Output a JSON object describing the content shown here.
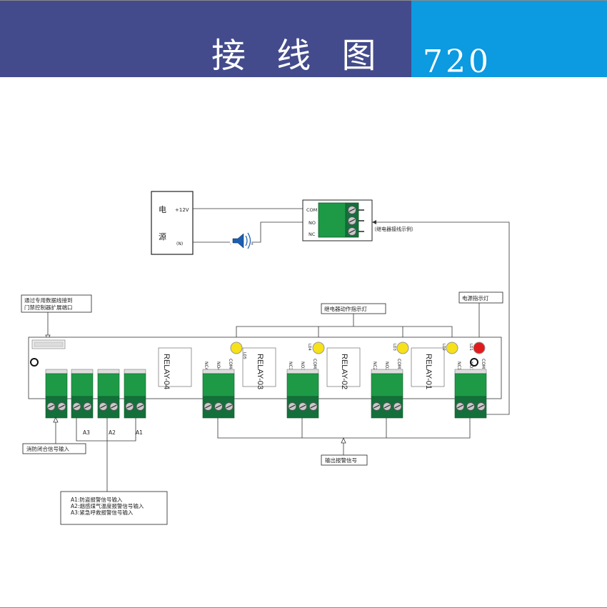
{
  "header": {
    "title": "接 线 图",
    "model": "720",
    "left_color": "#434b8c",
    "right_color": "#0c9ae0"
  },
  "power": {
    "label_top": "电",
    "label_bottom": "源",
    "plus_12v": "+12V",
    "gnd": "(N)"
  },
  "relay_example": {
    "com": "COM",
    "no": "NO",
    "nc": "NC",
    "caption": "（继电器接线示例）"
  },
  "callouts": {
    "data_cable": [
      "通过专用数据线接到",
      "门禁控制器扩展端口"
    ],
    "relay_indicator": "继电器动作指示灯",
    "power_indicator": "电源指示灯",
    "fire_input": "消防闭合信号输入",
    "alarm_output": "输出报警信号"
  },
  "inputs": {
    "a3": "A3",
    "a2": "A2",
    "a1": "A1",
    "legend": [
      "A1:防盗报警信号输入",
      "A2:烟感煤气温度报警信号输入",
      "A3:紧急呼救报警信号输入"
    ]
  },
  "relays": [
    {
      "name": "RELAY-04",
      "led": "LD5",
      "pins": [
        "NC4",
        "NO4",
        "COM4"
      ]
    },
    {
      "name": "RELAY-03",
      "led": "LD4",
      "pins": [
        "NC3",
        "NO3",
        "COM3"
      ]
    },
    {
      "name": "RELAY-02",
      "led": "LD3",
      "pins": [
        "NC2",
        "NO2",
        "COM2"
      ]
    },
    {
      "name": "RELAY-01",
      "led": "LD2",
      "pins": [
        "NC1",
        "NO1",
        "COM1"
      ]
    }
  ],
  "power_led": "LD1",
  "colors": {
    "terminal_green": "#1e9a46",
    "terminal_dark": "#13703a",
    "led_yellow": "#f6e11a",
    "led_red": "#e11b1b"
  }
}
